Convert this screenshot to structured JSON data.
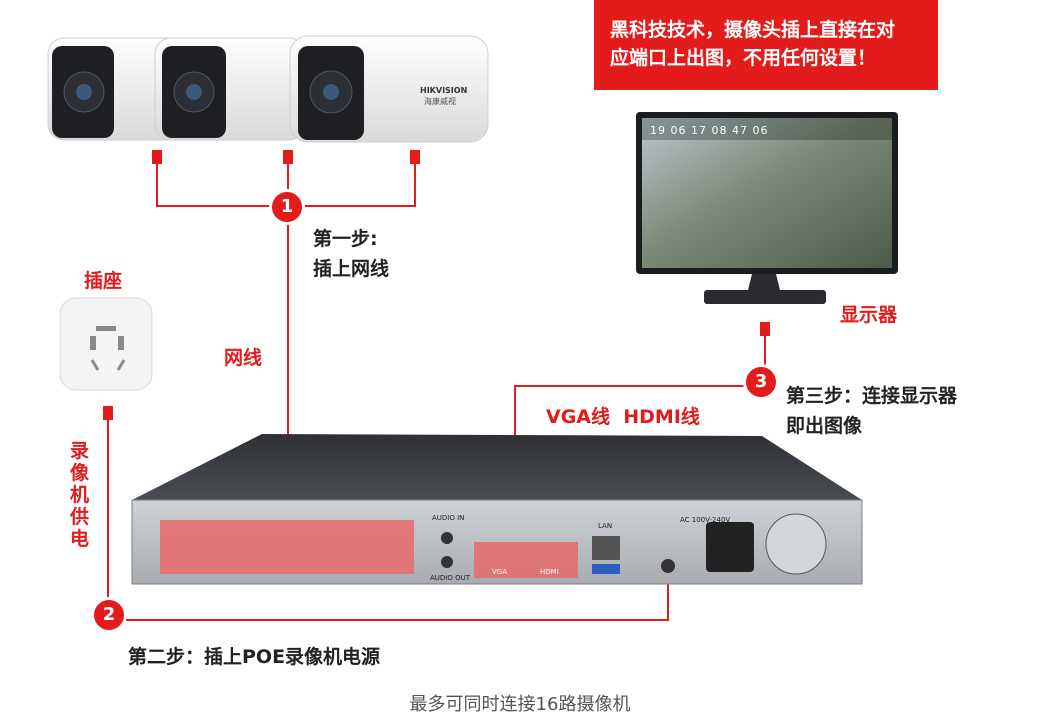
{
  "banner": {
    "line1": "黑科技技术，摄像头插上直接在对",
    "line2": "应端口上出图，不用任何设置！"
  },
  "camera": {
    "brand": "HIKVISION",
    "brand_cn": "海康威视"
  },
  "steps": {
    "step1": {
      "badge": "1",
      "line1": "第一步:",
      "line2": "插上网线"
    },
    "step2": {
      "badge": "2",
      "text": "第二步：插上POE录像机电源"
    },
    "step3": {
      "badge": "3",
      "line1": "第三步：连接显示器",
      "line2": "即出图像"
    }
  },
  "labels": {
    "socket": "插座",
    "network_cable": "网线",
    "vga_hdmi": "VGA线  HDMI线",
    "monitor": "显示器",
    "nvr_power": "录像机供电"
  },
  "nvr_ports": {
    "audio_in": "AUDIO IN",
    "audio_out": "AUDIO OUT",
    "lan": "LAN",
    "vga": "VGA",
    "hdmi": "HDMI",
    "power": "AC 100V-240V"
  },
  "monitor_osd": "19  06  17  08  47  06",
  "footer": "最多可同时连接16路摄像机",
  "colors": {
    "accent": "#e31b1b",
    "nvr_body": "#3a3d42",
    "camera_body": "#f1f1f1"
  }
}
